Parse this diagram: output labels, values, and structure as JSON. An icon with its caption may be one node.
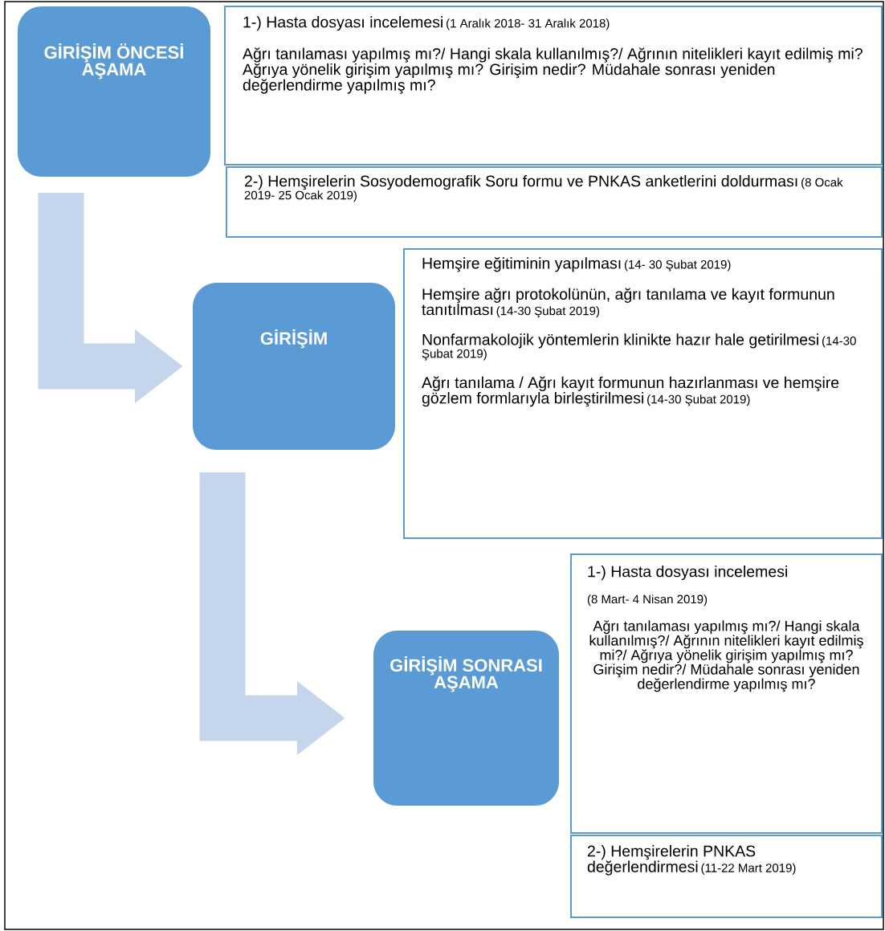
{
  "diagram": {
    "nodes": [
      {
        "text": [
          "GİRİŞİM ÖNCESİ AŞAMA"
        ]
      },
      {
        "text": [
          "1-) Hasta dosyası incelemesi",
          "(1 Aralık 2018- 31 Aralık 2018)",
          "Ağrı tanılaması yapılmış mı?/ Hangi skala kullanılmış?/ Ağrının nitelikleri kayıt edilmiş mi? Ağrıya yönelik girişim yapılmış mı? Girişim nedir? Müdahale sonrası yeniden değerlendirme yapılmış mı?"
        ]
      },
      {
        "text": [
          "2-) Hemşirelerin Sosyodemografik Soru formu ve PNKAS anketlerini doldurması",
          "(8 Ocak 2019- 25 Ocak 2019)"
        ]
      },
      {
        "text": [
          "GİRİŞİM"
        ]
      },
      {
        "text": [
          "Hemşire eğitiminin yapılması",
          "(14- 30 Şubat 2019)",
          "Hemşire ağrı protokolünün, ağrı tanılama ve kayıt formunun tanıtılması",
          "(14-30 Şubat 2019)",
          "Nonfarmakolojik yöntemlerin klinikte hazır hale getirilmesi",
          "(14-30 Şubat 2019)",
          "Ağrı tanılama / Ağrı kayıt formunun hazırlanması ve hemşire gözlem formlarıyla birleştirilmesi",
          "(14-30 Şubat 2019)"
        ]
      },
      {
        "text": [
          "GİRİŞİM SONRASI AŞAMA"
        ]
      },
      {
        "text": [
          "1-) Hasta dosyası incelemesi",
          "(8 Mart- 4 Nisan 2019)",
          "Ağrı tanılaması yapılmış mı?/ Hangi skala kullanılmış?/ Ağrının nitelikleri kayıt edilmiş mi?/ Ağrıya yönelik girişim yapılmış mı? Girişim nedir?/ Müdahale sonrası yeniden değerlendirme yapılmış mı?"
        ]
      },
      {
        "text": [
          "2-) Hemşirelerin PNKAS değerlendirmesi",
          "(11-22 Mart 2019)"
        ]
      }
    ],
    "edges": [
      {
        "from": 0,
        "to": 3,
        "arrow": "to"
      },
      {
        "from": 3,
        "to": 5,
        "arrow": "to"
      }
    ]
  }
}
